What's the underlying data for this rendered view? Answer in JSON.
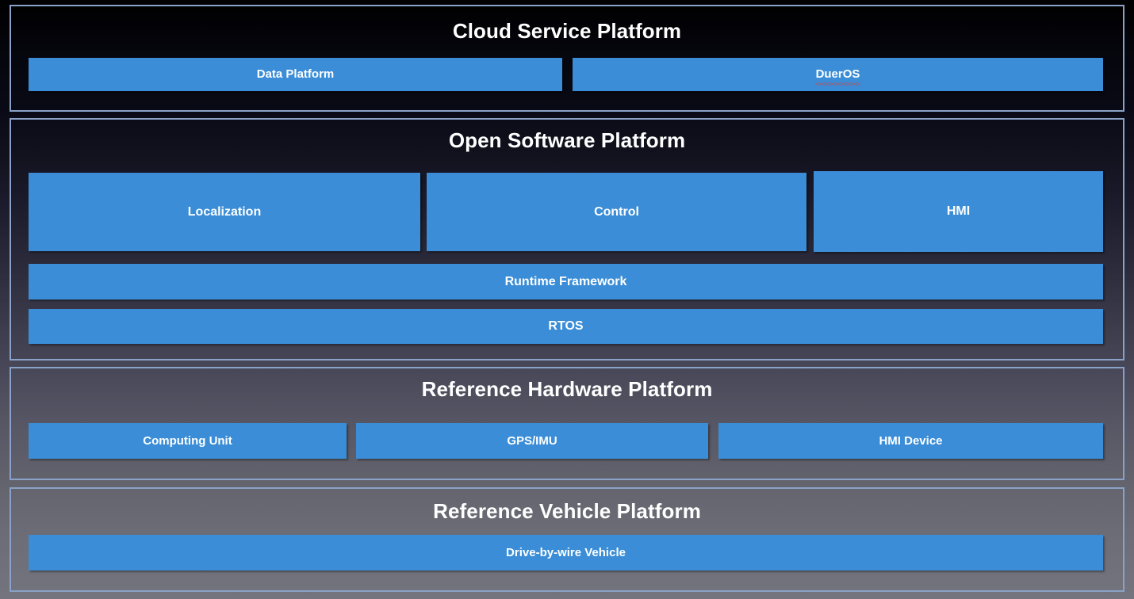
{
  "colors": {
    "box_blue": "#3a8dd6",
    "panel_border": "#8aa2c8",
    "text_white": "#ffffff",
    "spellcheck_red": "#e23b2e",
    "bg_top": "#000000",
    "bg_bottom": "#74747e"
  },
  "diagram": {
    "layers": [
      {
        "title": "Cloud Service Platform",
        "blocks": [
          {
            "label": "Data Platform",
            "misspelled": false
          },
          {
            "label": "DuerOS",
            "misspelled": true
          }
        ]
      },
      {
        "title": "Open Software Platform",
        "blocks": [
          {
            "label": "Localization",
            "misspelled": false
          },
          {
            "label": "Control",
            "misspelled": false
          },
          {
            "label": "HMI",
            "misspelled": false
          },
          {
            "label": "Runtime Framework",
            "misspelled": false
          },
          {
            "label": "RTOS",
            "misspelled": false
          }
        ]
      },
      {
        "title": "Reference Hardware Platform",
        "blocks": [
          {
            "label": "Computing Unit",
            "misspelled": false
          },
          {
            "label": "GPS/IMU",
            "misspelled": false
          },
          {
            "label": "HMI Device",
            "misspelled": false
          }
        ]
      },
      {
        "title": "Reference Vehicle Platform",
        "blocks": [
          {
            "label": "Drive-by-wire Vehicle",
            "misspelled": false
          }
        ]
      }
    ]
  }
}
